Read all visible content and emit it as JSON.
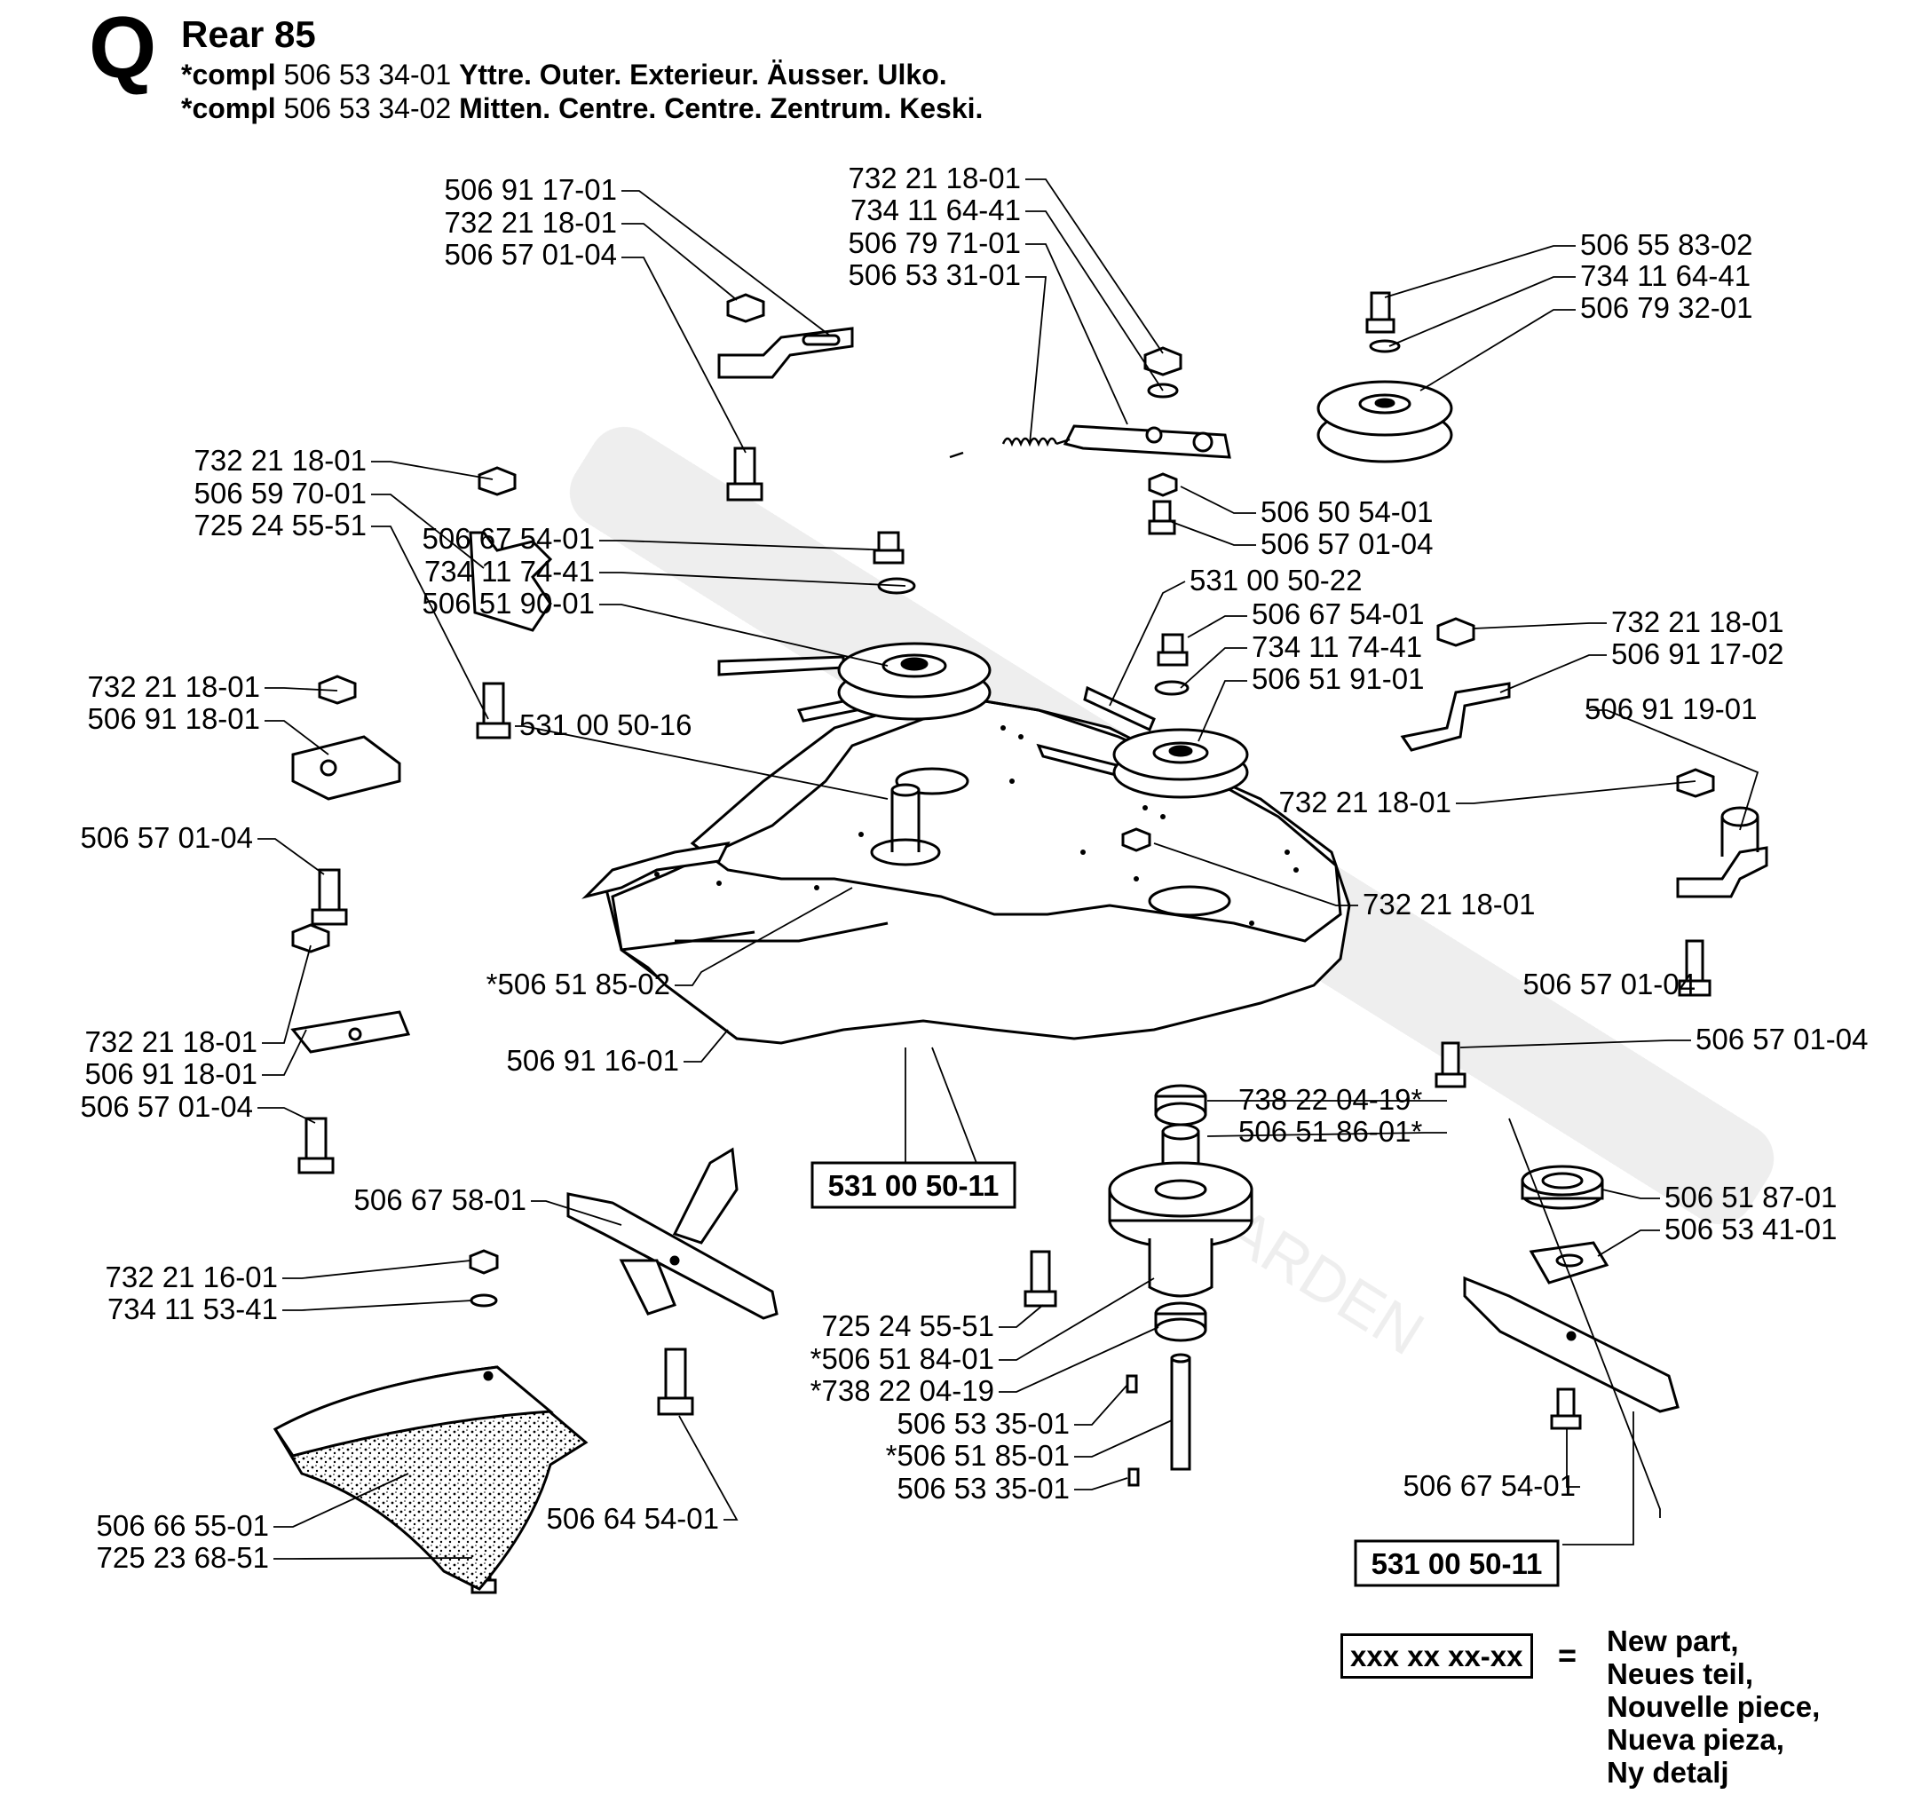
{
  "header": {
    "letter": "Q",
    "title": "Rear 85",
    "compl_lines": [
      {
        "prefix": "*compl",
        "number": "506 53 34-01",
        "desc": "Yttre. Outer. Exterieur. Äusser. Ulko."
      },
      {
        "prefix": "*compl",
        "number": "506 53 34-02",
        "desc": "Mitten. Centre. Centre. Zentrum. Keski."
      }
    ]
  },
  "labels": [
    {
      "id": "p1",
      "text": "506 91 17-01"
    },
    {
      "id": "p2",
      "text": "732 21 18-01"
    },
    {
      "id": "p3",
      "text": "506 57 01-04"
    },
    {
      "id": "p4",
      "text": "732 21 18-01"
    },
    {
      "id": "p5",
      "text": "734 11 64-41"
    },
    {
      "id": "p6",
      "text": "506 79 71-01"
    },
    {
      "id": "p7",
      "text": "506 53 31-01"
    },
    {
      "id": "p8",
      "text": "506 55 83-02"
    },
    {
      "id": "p9",
      "text": "734 11 64-41"
    },
    {
      "id": "p10",
      "text": "506 79 32-01"
    },
    {
      "id": "p11",
      "text": "732 21 18-01"
    },
    {
      "id": "p12",
      "text": "506 59 70-01"
    },
    {
      "id": "p13",
      "text": "725 24 55-51"
    },
    {
      "id": "p14",
      "text": "506 50 54-01"
    },
    {
      "id": "p15",
      "text": "506 57 01-04"
    },
    {
      "id": "p16",
      "text": "506 67 54-01"
    },
    {
      "id": "p17",
      "text": "734 11 74-41"
    },
    {
      "id": "p18",
      "text": "506 51 90-01"
    },
    {
      "id": "p19",
      "text": "531 00 50-22"
    },
    {
      "id": "p20",
      "text": "506 67 54-01"
    },
    {
      "id": "p21",
      "text": "734 11 74-41"
    },
    {
      "id": "p22",
      "text": "506 51 91-01"
    },
    {
      "id": "p23",
      "text": "732 21 18-01"
    },
    {
      "id": "p24",
      "text": "506 91 17-02"
    },
    {
      "id": "p25",
      "text": "506 91 19-01"
    },
    {
      "id": "p26",
      "text": "732 21 18-01"
    },
    {
      "id": "p27",
      "text": "506 91 18-01"
    },
    {
      "id": "p28",
      "text": "531 00 50-16"
    },
    {
      "id": "p29",
      "text": "732 21 18-01"
    },
    {
      "id": "p30",
      "text": "506 57 01-04"
    },
    {
      "id": "p31",
      "text": "732 21 18-01"
    },
    {
      "id": "p32",
      "text": "*506 51 85-02"
    },
    {
      "id": "p33",
      "text": "506 57 01-04"
    },
    {
      "id": "p34",
      "text": "732 21 18-01"
    },
    {
      "id": "p35",
      "text": "506 91 18-01"
    },
    {
      "id": "p36",
      "text": "506 91 16-01"
    },
    {
      "id": "p37",
      "text": "506 57 01-04"
    },
    {
      "id": "p38",
      "text": "506 57 01-04"
    },
    {
      "id": "p39",
      "text": "738 22 04-19*"
    },
    {
      "id": "p40",
      "text": "506 51 86-01*"
    },
    {
      "id": "p41",
      "text": "506 67 58-01"
    },
    {
      "id": "p42",
      "text": "506 51 87-01"
    },
    {
      "id": "p43",
      "text": "506 53 41-01"
    },
    {
      "id": "p44",
      "text": "732 21 16-01"
    },
    {
      "id": "p45",
      "text": "734 11 53-41"
    },
    {
      "id": "p46",
      "text": "725 24 55-51"
    },
    {
      "id": "p47",
      "text": "*506 51 84-01"
    },
    {
      "id": "p48",
      "text": "*738 22 04-19"
    },
    {
      "id": "p49",
      "text": "506 53 35-01"
    },
    {
      "id": "p50",
      "text": "*506 51 85-01"
    },
    {
      "id": "p51",
      "text": "506 53 35-01"
    },
    {
      "id": "p52",
      "text": "506 67 54-01"
    },
    {
      "id": "p53",
      "text": "506 66 55-01"
    },
    {
      "id": "p54",
      "text": "506 64 54-01"
    },
    {
      "id": "p55",
      "text": "725 23 68-51"
    }
  ],
  "boxed_labels": [
    {
      "id": "b1",
      "text": "531 00 50-11"
    },
    {
      "id": "b2",
      "text": "531 00 50-11"
    }
  ],
  "legend": {
    "box_text": "xxx xx xx-xx",
    "equals": "=",
    "lines": [
      "New part,",
      "Neues teil,",
      "Nouvelle piece,",
      "Nueva pieza,",
      "Ny detalj"
    ]
  },
  "watermark": {
    "text": "GARDEN"
  }
}
